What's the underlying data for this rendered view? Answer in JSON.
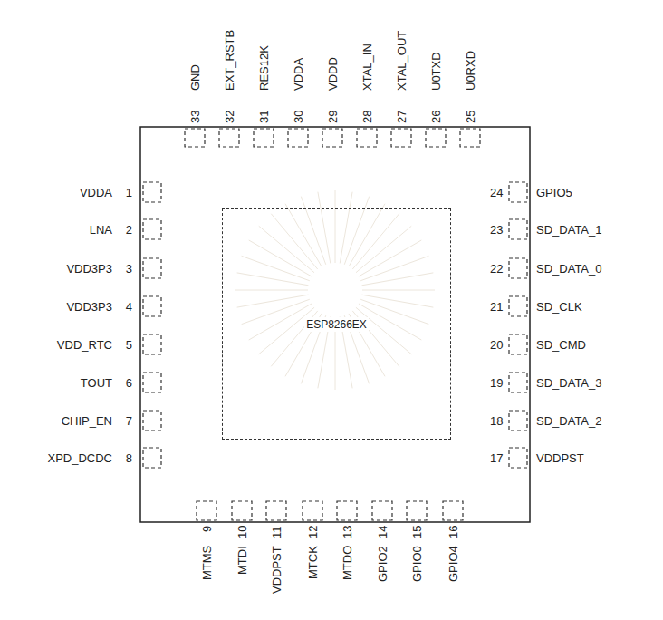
{
  "diagram": {
    "nodes": [
      {
        "text": [
          "ESP8266EX"
        ]
      }
    ],
    "labels": [
      "GND",
      "33",
      "EXT_RSTB",
      "32",
      "RES12K",
      "31",
      "VDDA",
      "30",
      "VDDD",
      "29",
      "XTAL_IN",
      "28",
      "XTAL_OUT",
      "27",
      "U0TXD",
      "26",
      "U0RXD",
      "25",
      "VDDA",
      "1",
      "LNA",
      "2",
      "VDD3P3",
      "3",
      "VDD3P3",
      "4",
      "VDD_RTC",
      "5",
      "TOUT",
      "6",
      "CHIP_EN",
      "7",
      "XPD_DCDC",
      "8",
      "MTMS",
      "9",
      "MTDI",
      "10",
      "VDDPST",
      "11",
      "MTCK",
      "12",
      "MTDO",
      "13",
      "GPIO2",
      "14",
      "GPIO0",
      "15",
      "GPIO4",
      "16",
      "GPIO5",
      "24",
      "SD_DATA_1",
      "23",
      "SD_DATA_0",
      "22",
      "SD_CLK",
      "21",
      "SD_CMD",
      "20",
      "SD_DATA_3",
      "19",
      "SD_DATA_2",
      "18",
      "VDDPST",
      "17"
    ]
  }
}
